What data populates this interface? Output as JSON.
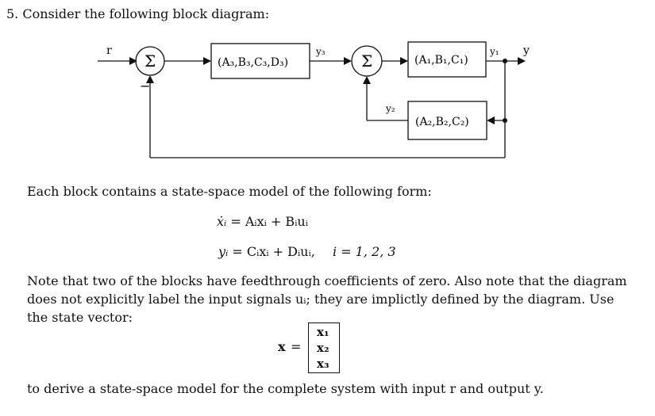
{
  "problem": {
    "label": "5. Consider the following block diagram:"
  },
  "diagram": {
    "input_label": "r",
    "output_label": "y",
    "sum1_symbol": "Σ",
    "sum2_symbol": "Σ",
    "block3_label": "(A₃,B₃,C₃,D₃)",
    "block1_label": "(A₁,B₁,C₁)",
    "block2_label": "(A₂,B₂,C₂)",
    "signal_y3": "y₃",
    "signal_y1": "y₁",
    "signal_y2": "y₂",
    "minus_sign": "−"
  },
  "intro": {
    "text": "Each block contains a state-space model of the following form:"
  },
  "equations": {
    "eq1_lhs": "ẋᵢ",
    "eq1_rhs": "= Aᵢxᵢ + Bᵢuᵢ",
    "eq2_lhs": "yᵢ",
    "eq2_rhs": "= Cᵢxᵢ + Dᵢuᵢ,",
    "eq2_index": "i = 1, 2, 3"
  },
  "note": {
    "text": "Note that two of the blocks have feedthrough coefficients of zero. Also note that the diagram does not explicitly label the input signals uᵢ; they are implictly defined by the diagram. Use the state vector:"
  },
  "state_vector": {
    "lhs": "x",
    "eq": "=",
    "entries": [
      "x₁",
      "x₂",
      "x₃"
    ]
  },
  "closing": {
    "text": "to derive a state-space model for the complete system with input r and output y."
  }
}
